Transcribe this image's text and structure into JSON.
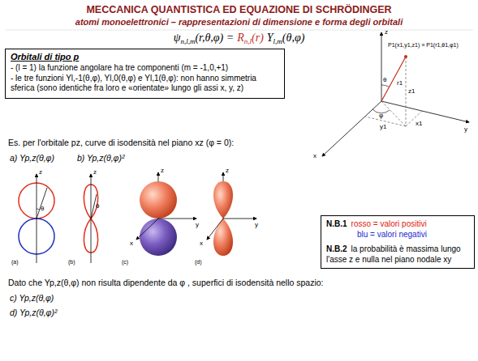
{
  "diagram": {
    "title": "MECCANICA QUANTISTICA ED EQUAZIONE DI SCHRÖDINGER",
    "nodes": [
      {
        "text": [
          "Orbitali di tipo p",
          "- (l = 1) la funzione angolare ha tre componenti (m = -1,0,+1)",
          "- le tre funzioni Yl,-1(θ,φ), Yl,0(θ,φ) e Yl,1(θ,φ): non hanno simmetria sferica (sono identiche fra loro e «orientate» lungo gli assi x, y, z)"
        ]
      },
      {
        "text": [
          "N.B.1",
          "rosso = valori positivi",
          "blu = valori negativi",
          "N.B.2",
          "la probabilità è massima lungo l'asse z e nulla nel piano nodale xy"
        ]
      }
    ],
    "labels": [
      "atomi monoelettronici – rappresentazioni di dimensione e forma degli orbitali",
      "ψ",
      "n,l,m",
      "(r,θ,φ) =",
      "R",
      "n,l",
      "(r)",
      "Y",
      "l,m",
      "(θ,φ)",
      "Es. per l'orbitale pz, curve di isodensità nel piano xz (φ = 0):",
      "a) Yp,z(θ,φ)",
      "b) Yp,z(θ,φ)²",
      "Dato che Yp,z(θ,φ) non risulta dipendente da φ , superfici di isodensità nello spazio:",
      "c) Yp,z(θ,φ)",
      "d) Yp,z(θ,φ)²",
      "(a)",
      "(b)",
      "(c)",
      "(d)",
      "z",
      "θ",
      "z",
      "θ",
      "z",
      "y",
      "x",
      "z",
      "y",
      "x",
      "z",
      "y",
      "x",
      "θ",
      "φ",
      "r1",
      "z1",
      "y1",
      "x1",
      "P1(x1,y1,z1) ≡ P1(r1,θ1,φ1)"
    ]
  }
}
